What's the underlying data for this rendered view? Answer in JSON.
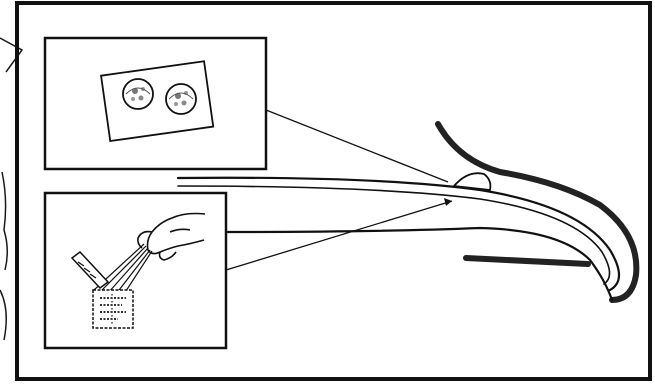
{
  "figure": {
    "panels": [
      {
        "name": "top-inset",
        "content": "slide-with-two-circular-samples"
      },
      {
        "name": "bottom-inset",
        "content": "hand-holding-strip-over-specimen"
      }
    ],
    "colors": {
      "ink": "#1a1a1a",
      "thick_outline": "#2a2a2a",
      "paper": "#ffffff"
    }
  }
}
